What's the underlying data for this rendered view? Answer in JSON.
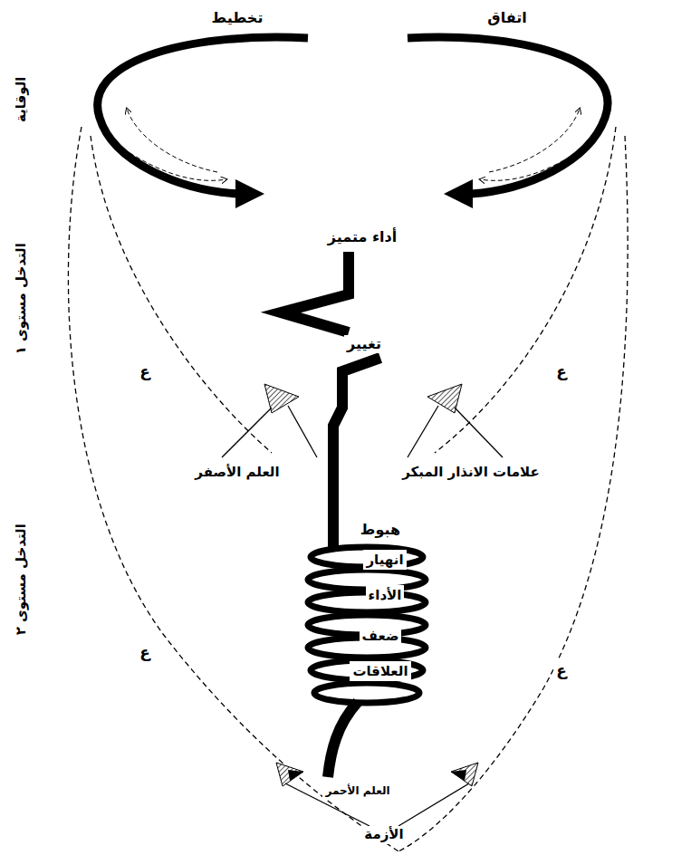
{
  "diagram": {
    "labels": [
      "تخطيط",
      "اتفاق",
      "الوقاية",
      "أداء متميز",
      "تغيير",
      "ع",
      "ع",
      "التدخل مستوى ١",
      "العلم الأصفر",
      "علامات الانذار المبكر",
      "هبوط",
      "ع",
      "ع",
      "انهيار الأداء",
      "ضعف العلاقات",
      "التدخل مستوى ٢",
      "العلم الأحمر",
      "الأزمة"
    ]
  }
}
